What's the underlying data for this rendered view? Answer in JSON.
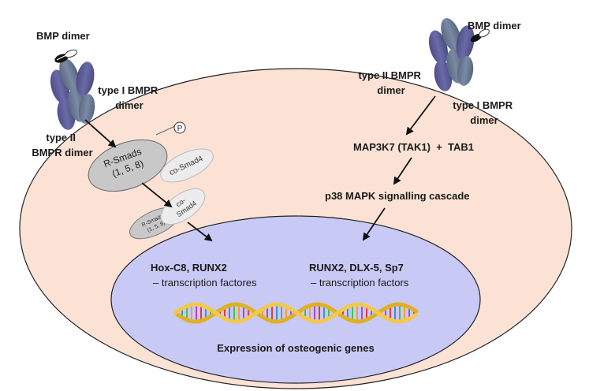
{
  "receptors": {
    "left_ligand": "BMP dimer",
    "left_type1": [
      "type I BMPR",
      "dimer"
    ],
    "left_type2": [
      "type II",
      "BMPR dimer"
    ],
    "right_ligand": "BMP dimer",
    "right_type2": [
      "type II BMPR",
      "dimer"
    ],
    "right_type1": [
      "type I BMPR",
      "dimer"
    ]
  },
  "smad_path": {
    "phospho": "P",
    "rsmads": [
      "R-Smads",
      "(1, 5, 8)"
    ],
    "cosmad": "co-Smad4",
    "complex_rsmads": [
      "R-Smads",
      "(1, 5, 8)"
    ],
    "complex_cosmad": [
      "co-",
      "Smad4"
    ]
  },
  "mapk_path": {
    "map3k7": "MAP3K7 (TAK1)  +  TAB1",
    "p38": "p38 MAPK signalling cascade"
  },
  "nucleus": {
    "left_tf_bold": "Hox-C8, RUNX2",
    "left_tf_sub": "– transcription factores",
    "right_tf_bold": "RUNX2, DLX-5, Sp7",
    "right_tf_sub": "– transcription factors",
    "expression": "Expression of osteogenic genes"
  },
  "colors": {
    "cell": "#fbe2d5",
    "nucleus": "#c8c8f5",
    "receptor_dark": "#5f5f9a",
    "receptor_light": "#6e7e95",
    "smad_grey": "#c9c9c9"
  }
}
